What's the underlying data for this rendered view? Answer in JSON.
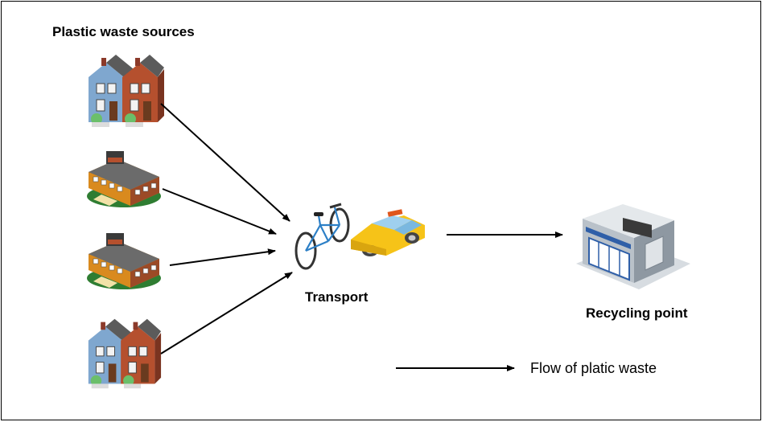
{
  "title": "Plastic waste sources",
  "transport_label": "Transport",
  "recycling_label": "Recycling point",
  "legend": {
    "label": "Flow of platic waste"
  },
  "sources": [
    {
      "type": "townhouses"
    },
    {
      "type": "apartment-building"
    },
    {
      "type": "apartment-building"
    },
    {
      "type": "townhouses"
    }
  ],
  "transport_items": [
    "bicycle",
    "taxi"
  ],
  "colors": {
    "line": "#000000",
    "house_red": "#b5502e",
    "house_blue": "#7fa7cf",
    "roof": "#5b5b5b",
    "building_orange": "#d98a1e",
    "grass": "#2f7d32",
    "bike_blue": "#2c7fc6",
    "taxi_yellow": "#f6c318",
    "facility_gray": "#b9c1c9",
    "facility_blue": "#2f5fa8"
  }
}
